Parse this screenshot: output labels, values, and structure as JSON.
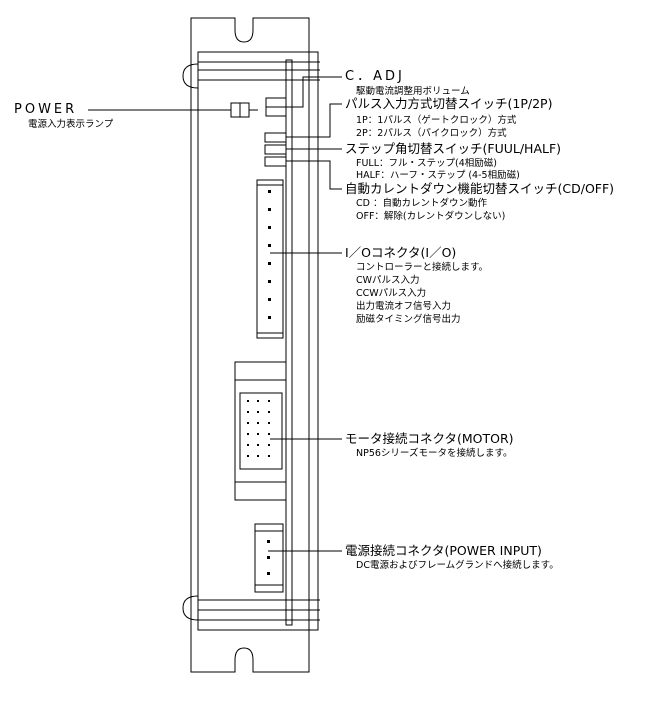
{
  "colors": {
    "line": "#000000",
    "background": "#ffffff"
  },
  "labels": {
    "power": {
      "title": "POWER",
      "desc": "電源入力表示ランプ"
    },
    "c_adj": {
      "title": "C．ADJ",
      "desc": "駆動電流調整用ボリューム"
    },
    "pulse_mode": {
      "title": "パルス入力方式切替スイッチ(1P/2P)",
      "opt1": "1P：1パルス（ゲートクロック）方式",
      "opt2": "2P：2パルス（パイクロック）方式"
    },
    "step_angle": {
      "title": "ステップ角切替スイッチ(FUUL/HALF)",
      "opt1": "FULL：フル・ステップ(4相励磁)",
      "opt2": "HALF：ハーフ・ステップ (4-5相励磁)"
    },
    "current_down": {
      "title": "自動カレントダウン機能切替スイッチ(CD/OFF)",
      "opt1": "CD ：自動カレントダウン動作",
      "opt2": "OFF：解除(カレントダウンしない)"
    },
    "io_connector": {
      "title": "I／Oコネクタ(I／O)",
      "items": [
        "コントローラーと接続します。",
        "CWパルス入力",
        "CCWパルス入力",
        "出力電流オフ信号入力",
        "励磁タイミング信号出力"
      ]
    },
    "motor_connector": {
      "title": "モータ接続コネクタ(MOTOR)",
      "desc": "NP56シリーズモータを接続します。"
    },
    "power_input": {
      "title": "電源接続コネクタ(POWER INPUT)",
      "desc": "DC電源およびフレームグランドへ接続します。"
    }
  }
}
